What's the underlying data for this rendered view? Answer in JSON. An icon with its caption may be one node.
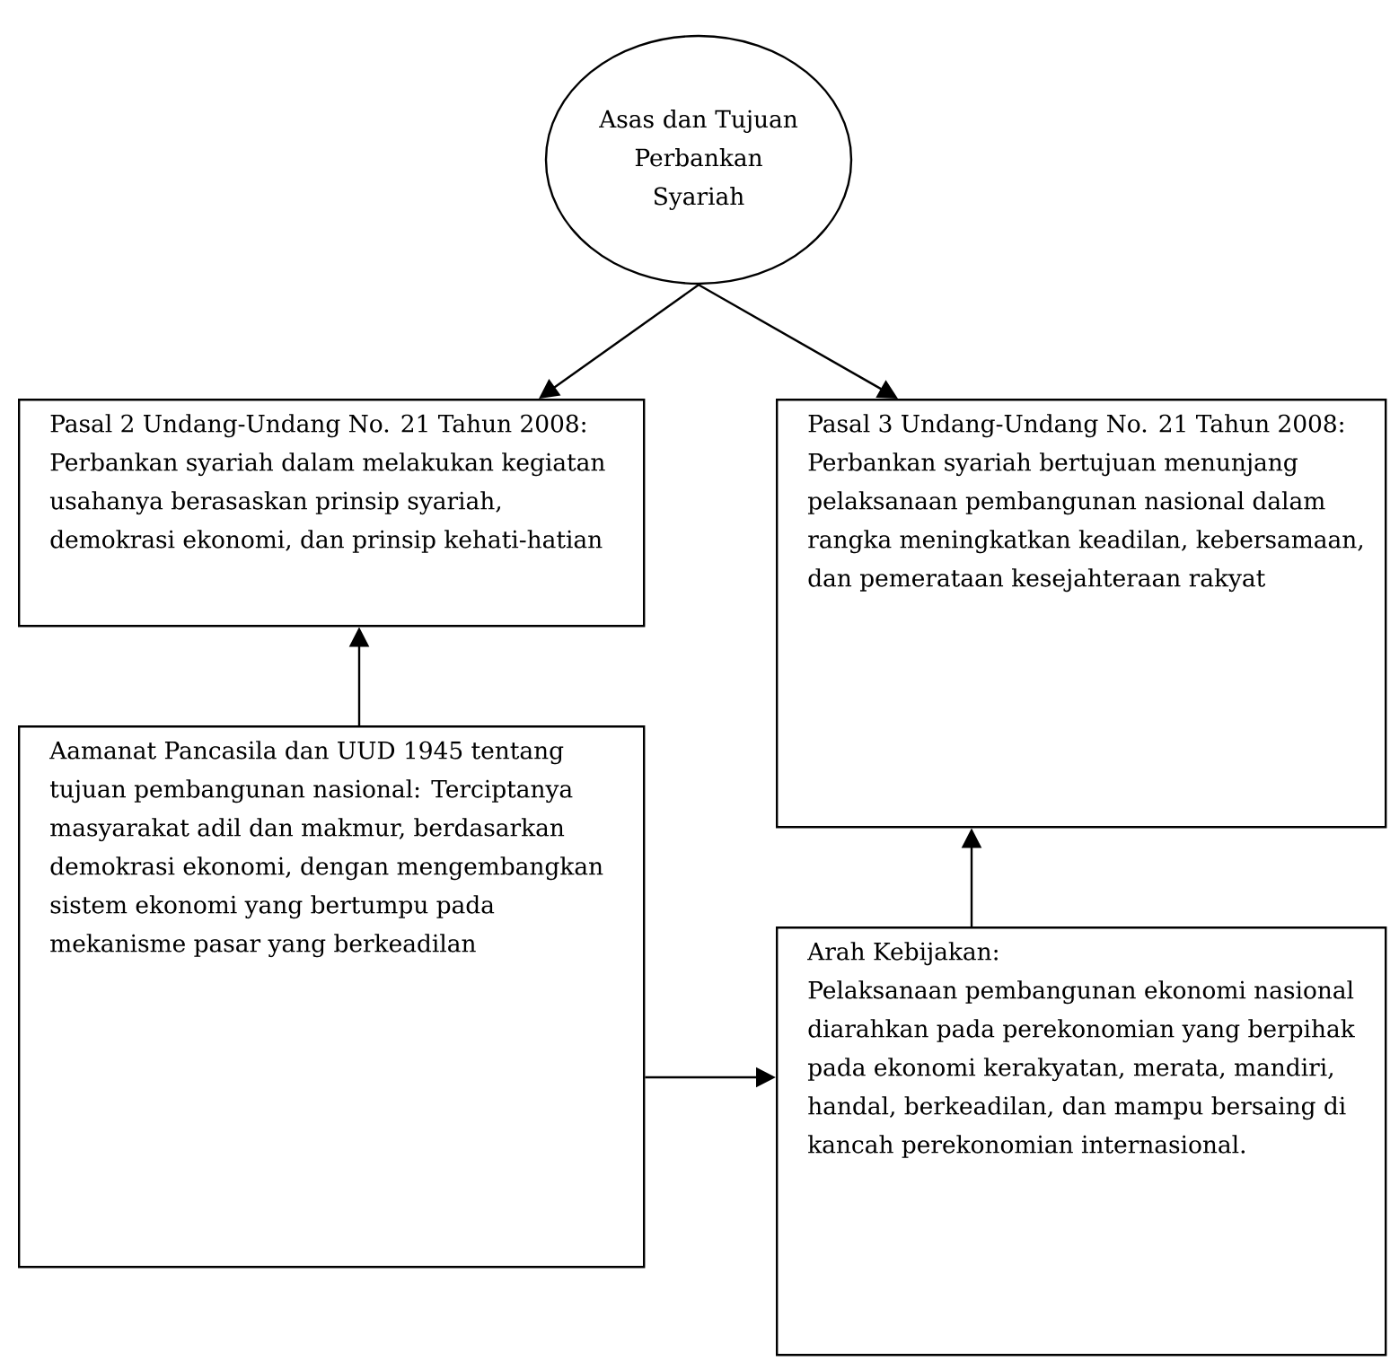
{
  "diagram": {
    "nodes": [
      {
        "text": [
          "Asas dan Tujuan Perbankan Syariah"
        ]
      },
      {
        "text": [
          "Pasal 2 Undang-Undang No. 21 Tahun 2008: Perbankan syariah dalam melakukan kegiatan usahanya berasaskan prinsip syariah, demokrasi ekonomi, dan prinsip kehati-hatian"
        ]
      },
      {
        "text": [
          "Pasal 3 Undang-Undang No. 21 Tahun 2008: Perbankan syariah bertujuan menunjang pelaksanaan pembangunan nasional dalam rangka meningkatkan keadilan, kebersamaan, dan pemerataan kesejahteraan rakyat"
        ]
      },
      {
        "text": [
          "Aamanat Pancasila dan UUD 1945 tentang tujuan pembangunan nasional: Terciptanya masyarakat adil dan makmur, berdasarkan demokrasi ekonomi, dengan mengembangkan sistem ekonomi yang bertumpu pada mekanisme pasar yang berkeadilan"
        ]
      },
      {
        "text": [
          "Arah Kebijakan:",
          "Pelaksanaan pembangunan ekonomi nasional diarahkan pada perekonomian yang berpihak pada ekonomi kerakyatan, merata, mandiri, handal, berkeadilan, dan mampu bersaing di kancah perekonomian internasional."
        ]
      }
    ],
    "edges": [
      {
        "from": 0,
        "to": 1,
        "arrow": "to"
      },
      {
        "from": 0,
        "to": 2,
        "arrow": "to"
      },
      {
        "from": 3,
        "to": 1,
        "arrow": "to"
      },
      {
        "from": 3,
        "to": 4,
        "arrow": "to"
      },
      {
        "from": 4,
        "to": 2,
        "arrow": "to"
      }
    ]
  }
}
